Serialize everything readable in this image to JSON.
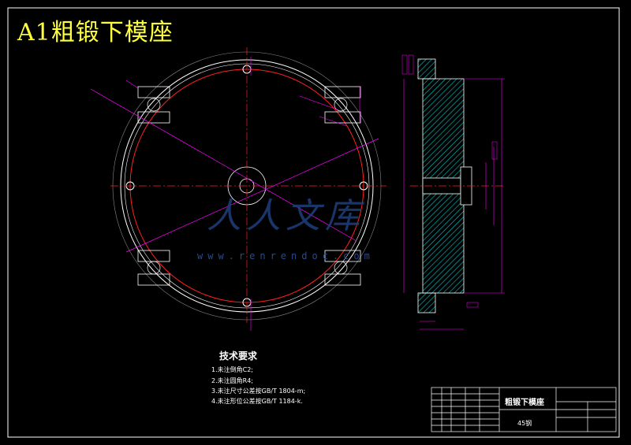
{
  "drawing_title": "A1粗锻下模座",
  "technical_requirements": {
    "heading": "技术要求",
    "items": [
      "1.未注倒角C2;",
      "2.未注圆角R4;",
      "3.未注尺寸公差按GB/T 1804-m;",
      "4.未注形位公差按GB/T 1184-k."
    ]
  },
  "title_block": {
    "part_name": "粗锻下模座",
    "material": "45钢"
  },
  "watermark": {
    "brand": "人人文库",
    "url": "www.renrendoc.com"
  },
  "colors": {
    "frame": "#ffffff",
    "outline": "#ffffff",
    "dimension": "#ff00ff",
    "centerline": "#ff2020",
    "hatch": "#00c8c8",
    "title": "#ffff3c"
  }
}
